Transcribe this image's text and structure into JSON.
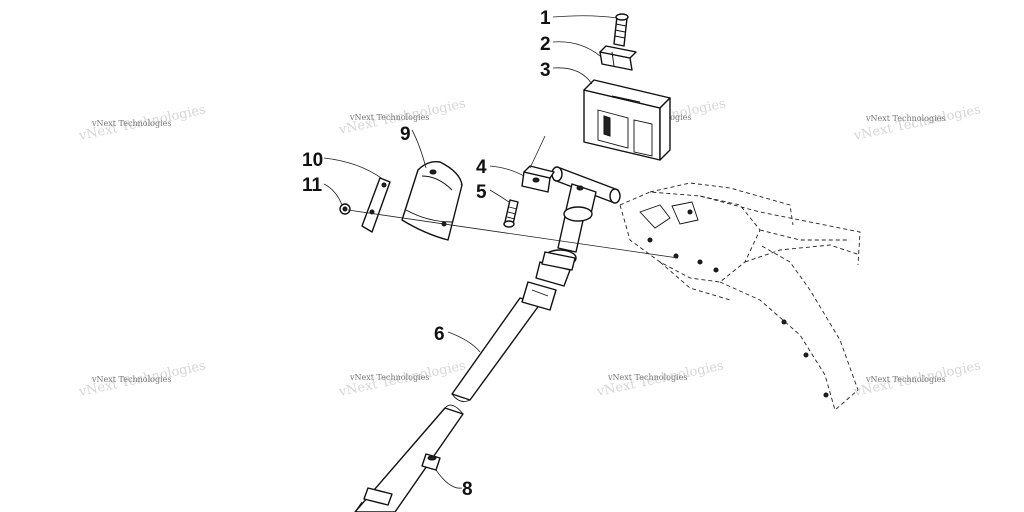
{
  "callouts": {
    "c1": "1",
    "c2": "2",
    "c3": "3",
    "c4": "4",
    "c5": "5",
    "c6": "6",
    "c8": "8",
    "c9": "9",
    "c10": "10",
    "c11": "11"
  },
  "watermark": {
    "text": "vNext Technologies"
  }
}
